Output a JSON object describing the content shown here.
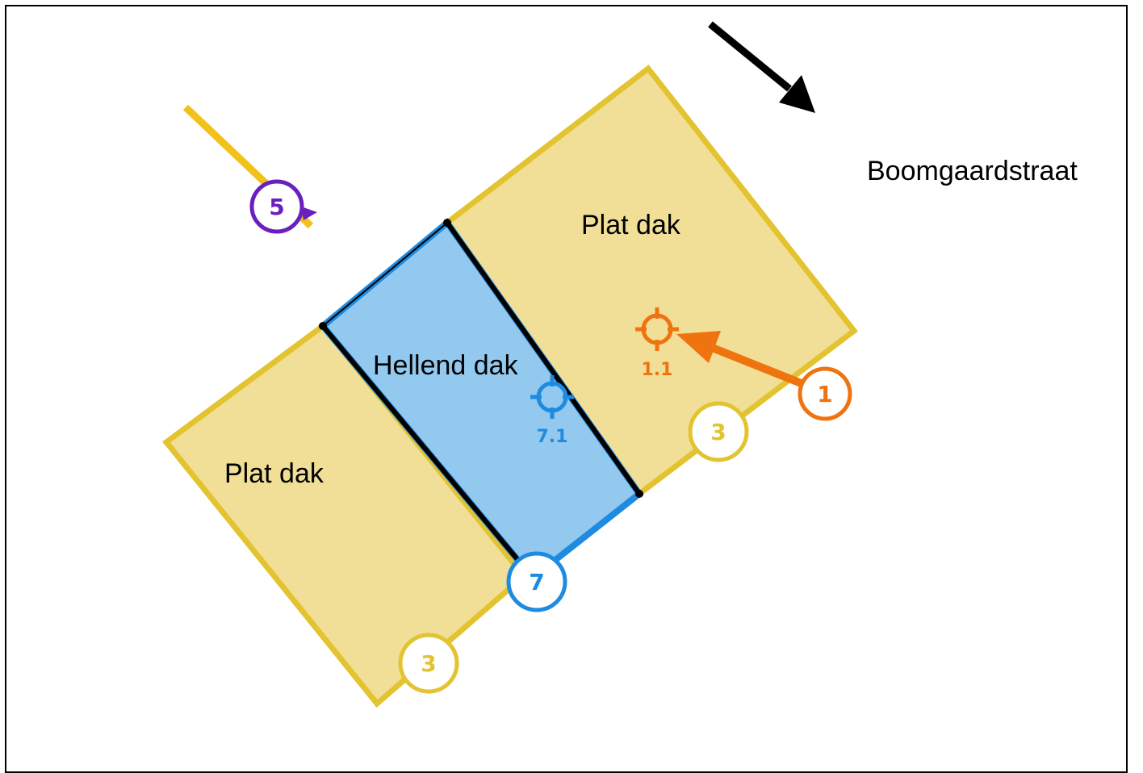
{
  "street": {
    "name": "Boomgaardstraat"
  },
  "roofs": {
    "right": {
      "label": "Plat dak",
      "type": "flat"
    },
    "middle": {
      "label": "Hellend dak",
      "type": "sloped"
    },
    "left": {
      "label": "Plat dak",
      "type": "flat"
    }
  },
  "badges": {
    "b1": {
      "num": "1"
    },
    "b3_upper": {
      "num": "3"
    },
    "b3_lower": {
      "num": "3"
    },
    "b5": {
      "num": "5"
    },
    "b7": {
      "num": "7"
    }
  },
  "markers": {
    "m1_1": {
      "num": "1.1",
      "icon": "crosshair-icon"
    },
    "m7_1": {
      "num": "7.1",
      "icon": "crosshair-icon"
    }
  },
  "colors": {
    "flat_fill": "#f1df97",
    "flat_stroke": "#e3c330",
    "sloped_fill": "#93c9ef",
    "sloped_stroke": "#1e8be0",
    "orange": "#ef7410",
    "yellow": "#e3c330",
    "purple": "#6a1fbf",
    "blue": "#1e8be0"
  }
}
